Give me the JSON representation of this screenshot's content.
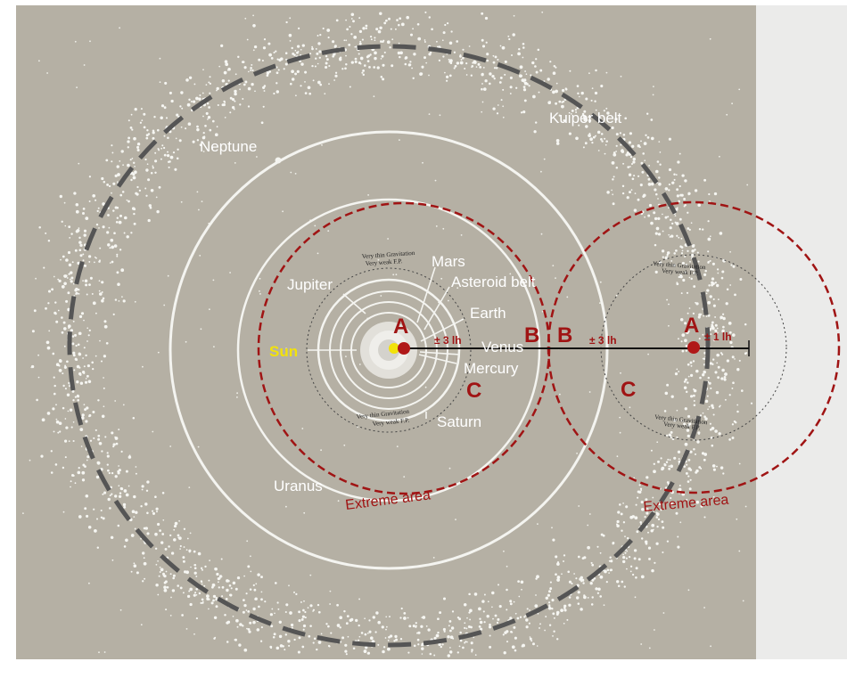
{
  "labels": {
    "neptune": "Neptune",
    "kuiper_belt": "Kuiper belt",
    "mars": "Mars",
    "jupiter": "Jupiter",
    "asteroid_belt": "Asteroid belt",
    "earth": "Earth",
    "sun": "Sun",
    "venus": "Venus",
    "mercury": "Mercury",
    "saturn": "Saturn",
    "uranus": "Uranus"
  },
  "zones": {
    "left_a": "A",
    "left_b": "B",
    "left_c": "C",
    "right_a": "A",
    "right_b": "B",
    "right_c": "C",
    "extreme_area_left": "Extreme area",
    "extreme_area_right": "Extreme area"
  },
  "distances": {
    "left": "± 3 lh",
    "middle": "± 3 lh",
    "right": "± 1 lh"
  },
  "gravitation_notes": {
    "line1": "Very thin Gravitation",
    "line2": "Very weak F.P."
  },
  "colors": {
    "background": "#b5b0a4",
    "orbit": "#f4f4f0",
    "extreme_circle": "#a01414",
    "sun": "#f2e20a",
    "center_dot": "#b01818",
    "kuiper_dash": "#555555"
  }
}
